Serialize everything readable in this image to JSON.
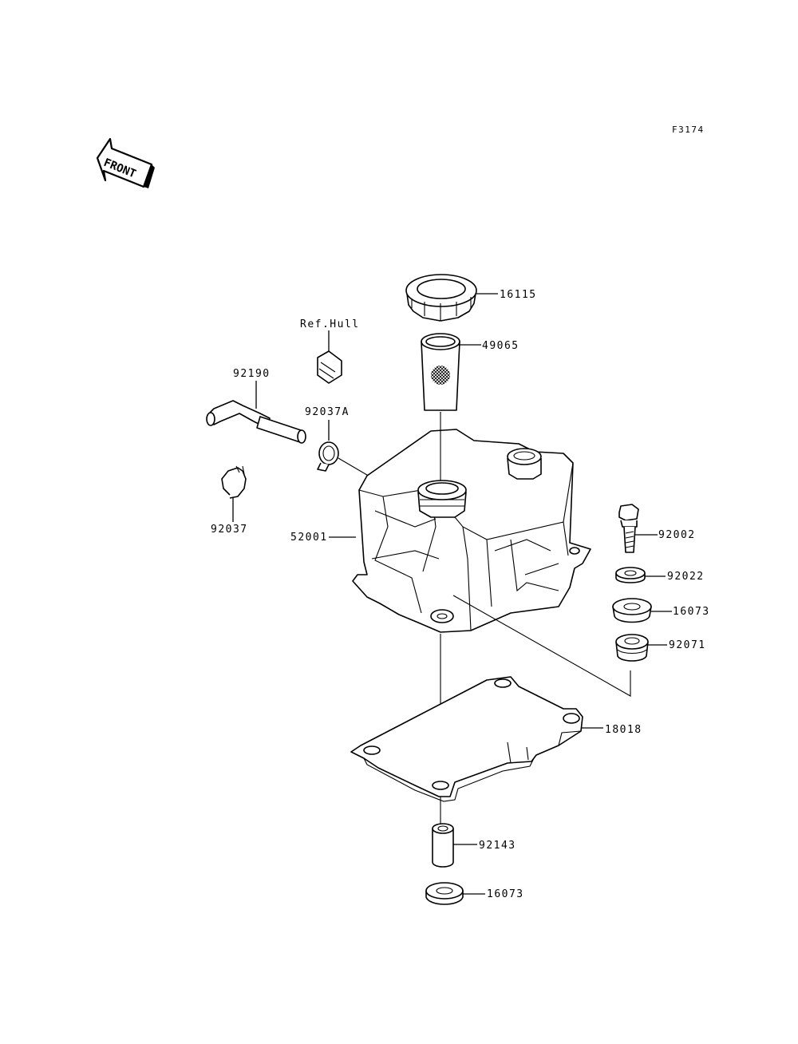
{
  "figure_code": "F3174",
  "front_label": "FRONT",
  "labels": {
    "p16115": "16115",
    "p49065": "49065",
    "ref_hull": "Ref.Hull",
    "p92190": "92190",
    "p92037A": "92037A",
    "p92037": "92037",
    "p52001": "52001",
    "p92002": "92002",
    "p92022": "92022",
    "p16073_top": "16073",
    "p92071": "92071",
    "p18018": "18018",
    "p92143": "92143",
    "p16073_bottom": "16073"
  }
}
